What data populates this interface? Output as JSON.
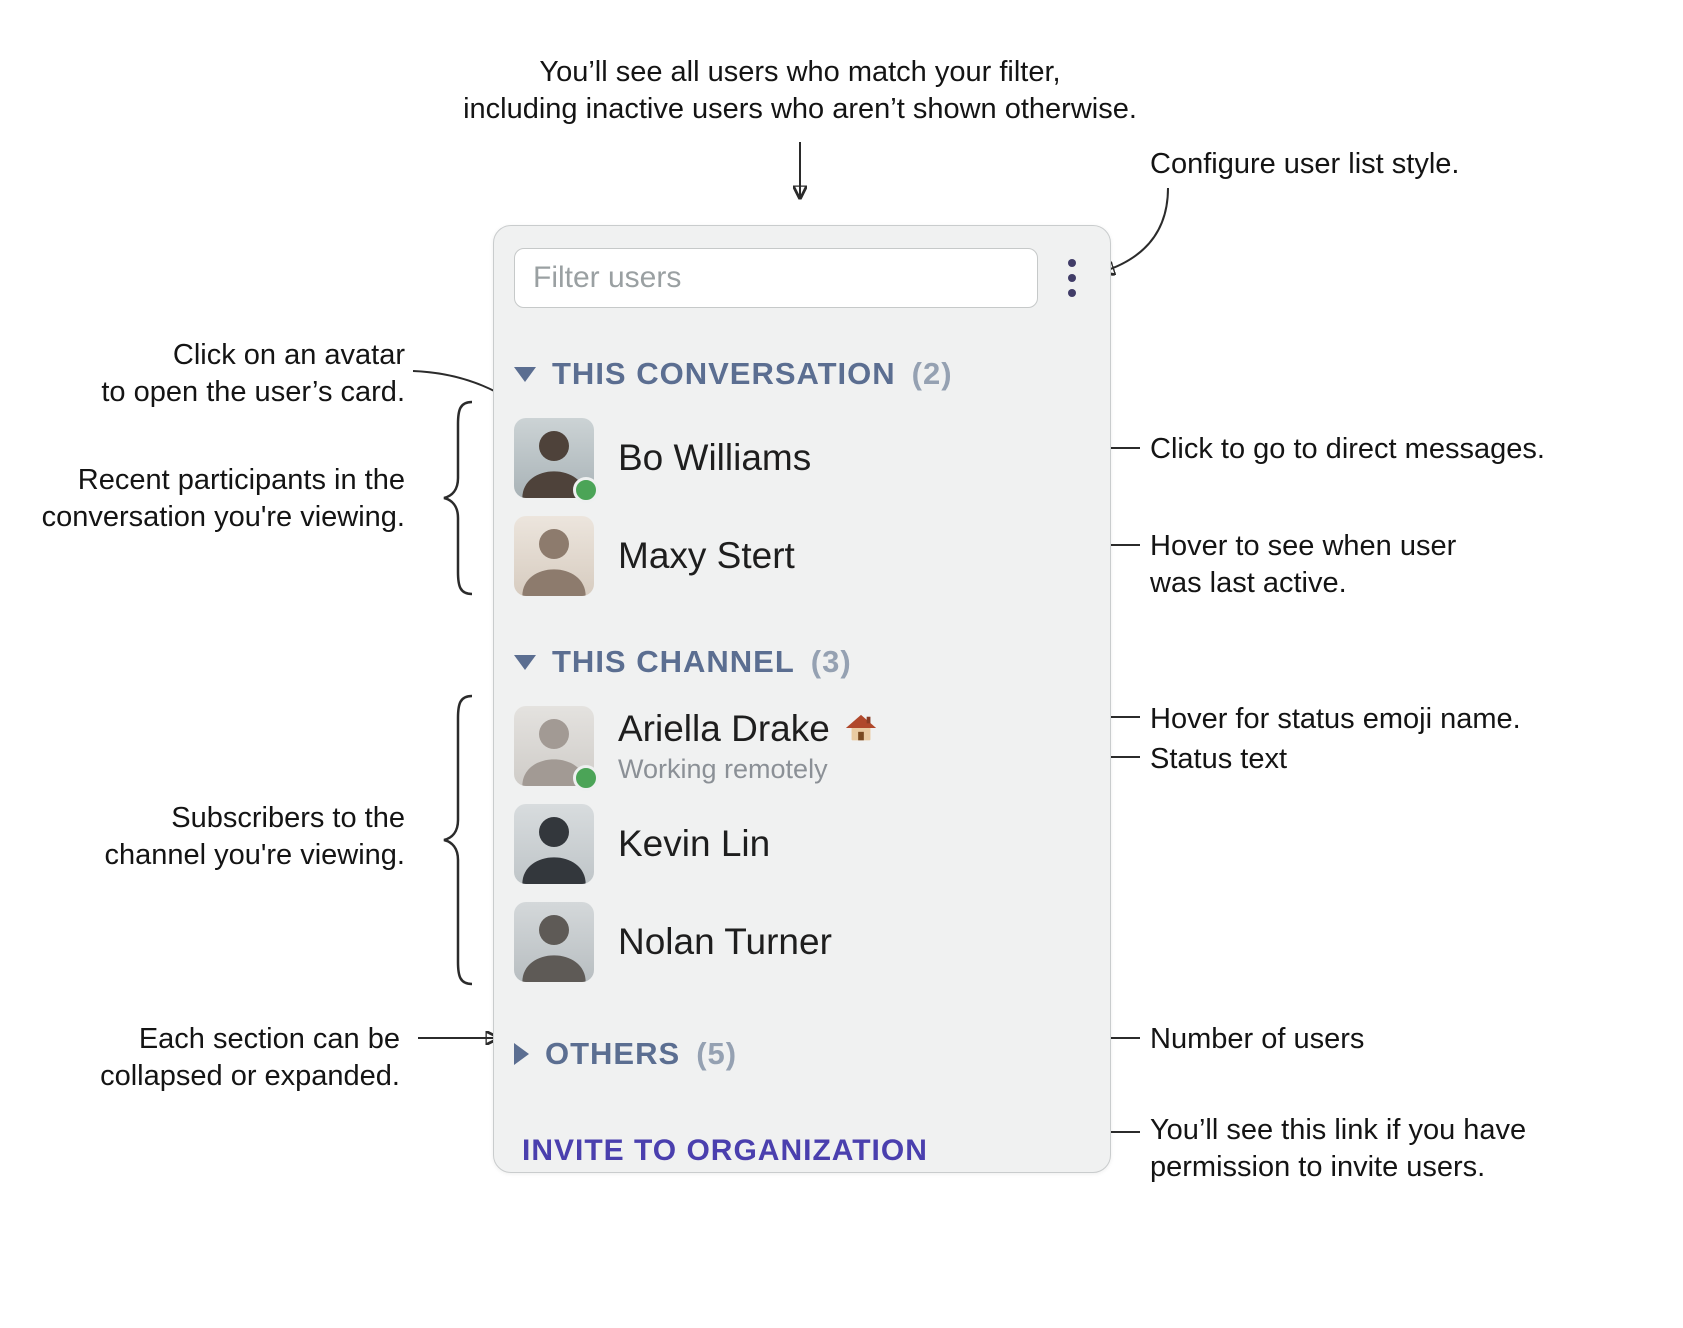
{
  "annotations": {
    "top": "You’ll see all users who match your filter,\nincluding inactive users who aren’t shown otherwise.",
    "configure": "Configure user list style.",
    "avatar_click": "Click on an avatar\nto open the user’s card.",
    "recent_participants": "Recent participants in the\nconversation you're viewing.",
    "direct_messages": "Click to go to direct messages.",
    "last_active": "Hover to see when user\nwas last active.",
    "status_emoji": "Hover for status emoji name.",
    "status_text": "Status text",
    "subscribers": "Subscribers to the\nchannel you're viewing.",
    "collapse": "Each section can be\ncollapsed or expanded.",
    "user_count": "Number of users",
    "invite_permission": "You’ll see this link if you have\npermission to invite users."
  },
  "panel": {
    "filter_placeholder": "Filter users",
    "menu_icon": "kebab-menu-icon",
    "sections": [
      {
        "label": "THIS CONVERSATION",
        "count": "(2)",
        "collapsed": false,
        "users": [
          {
            "name": "Bo Williams",
            "online": true
          },
          {
            "name": "Maxy Stert",
            "online": false
          }
        ]
      },
      {
        "label": "THIS CHANNEL",
        "count": "(3)",
        "collapsed": false,
        "users": [
          {
            "name": "Ariella Drake",
            "online": true,
            "status_emoji": "🏠",
            "status_text": "Working remotely"
          },
          {
            "name": "Kevin Lin",
            "online": false
          },
          {
            "name": "Nolan Turner",
            "online": false
          }
        ]
      },
      {
        "label": "OTHERS",
        "count": "(5)",
        "collapsed": true,
        "users": []
      }
    ],
    "invite_link": "INVITE TO ORGANIZATION"
  },
  "colors": {
    "section_header": "#5b6e91",
    "section_count": "#95a1b2",
    "invite_link": "#4a3fae",
    "online_dot": "#4ba457",
    "menu_icon": "#413d68",
    "panel_background": "#f0f1f1",
    "annotation_line": "#2b2b2b"
  }
}
